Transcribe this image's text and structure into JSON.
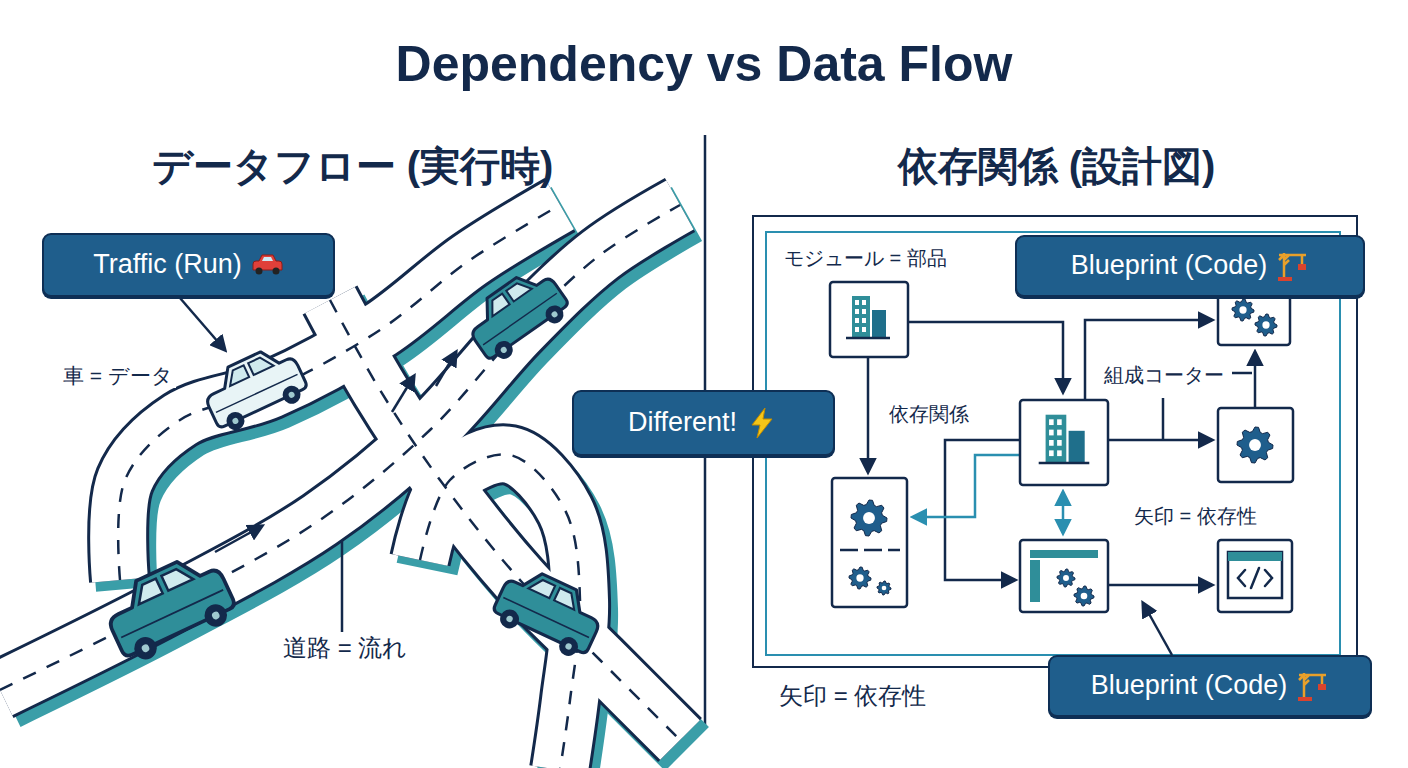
{
  "diagram": {
    "title": "Dependency vs Data Flow",
    "nodes": [
      {
        "text": [
          "Traffic (Run)"
        ]
      },
      {
        "text": [
          "モジュール = 部品",
          "依存関係",
          "組成コーター",
          "矢印 = 依存性"
        ]
      },
      {
        "text": [
          "Blueprint (Code)"
        ]
      },
      {
        "text": [
          "Different!"
        ]
      },
      {
        "text": [
          "Blueprint (Code)"
        ]
      }
    ],
    "labels": [
      "データフロー (実行時)",
      "依存関係 (設計図)",
      "車 = データ",
      "道路 = 流れ",
      "矢印 = 依存性"
    ]
  }
}
